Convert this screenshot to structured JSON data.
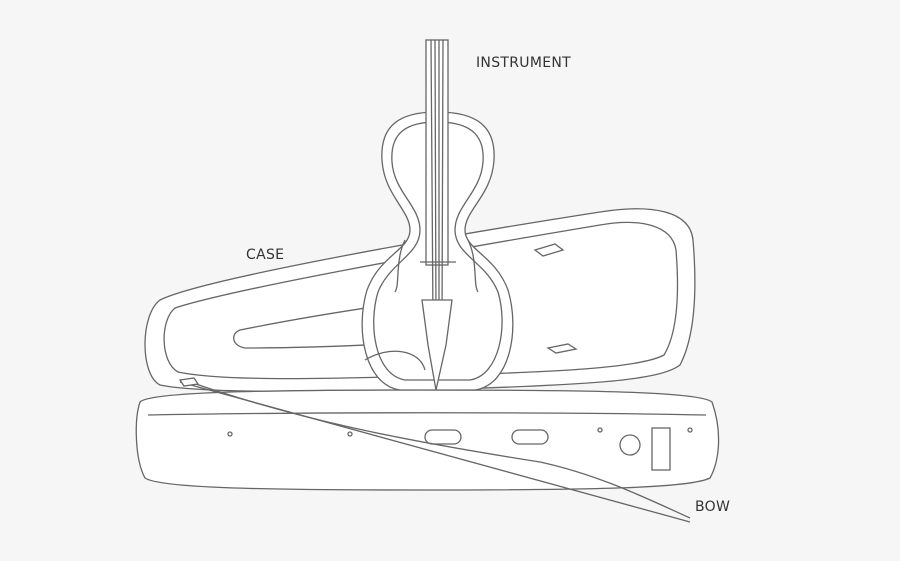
{
  "labels": {
    "instrument": "INSTRUMENT",
    "case": "CASE",
    "bow": "BOW"
  },
  "colors": {
    "background": "#f6f6f6",
    "line": "#555555",
    "fill": "#ffffff"
  }
}
